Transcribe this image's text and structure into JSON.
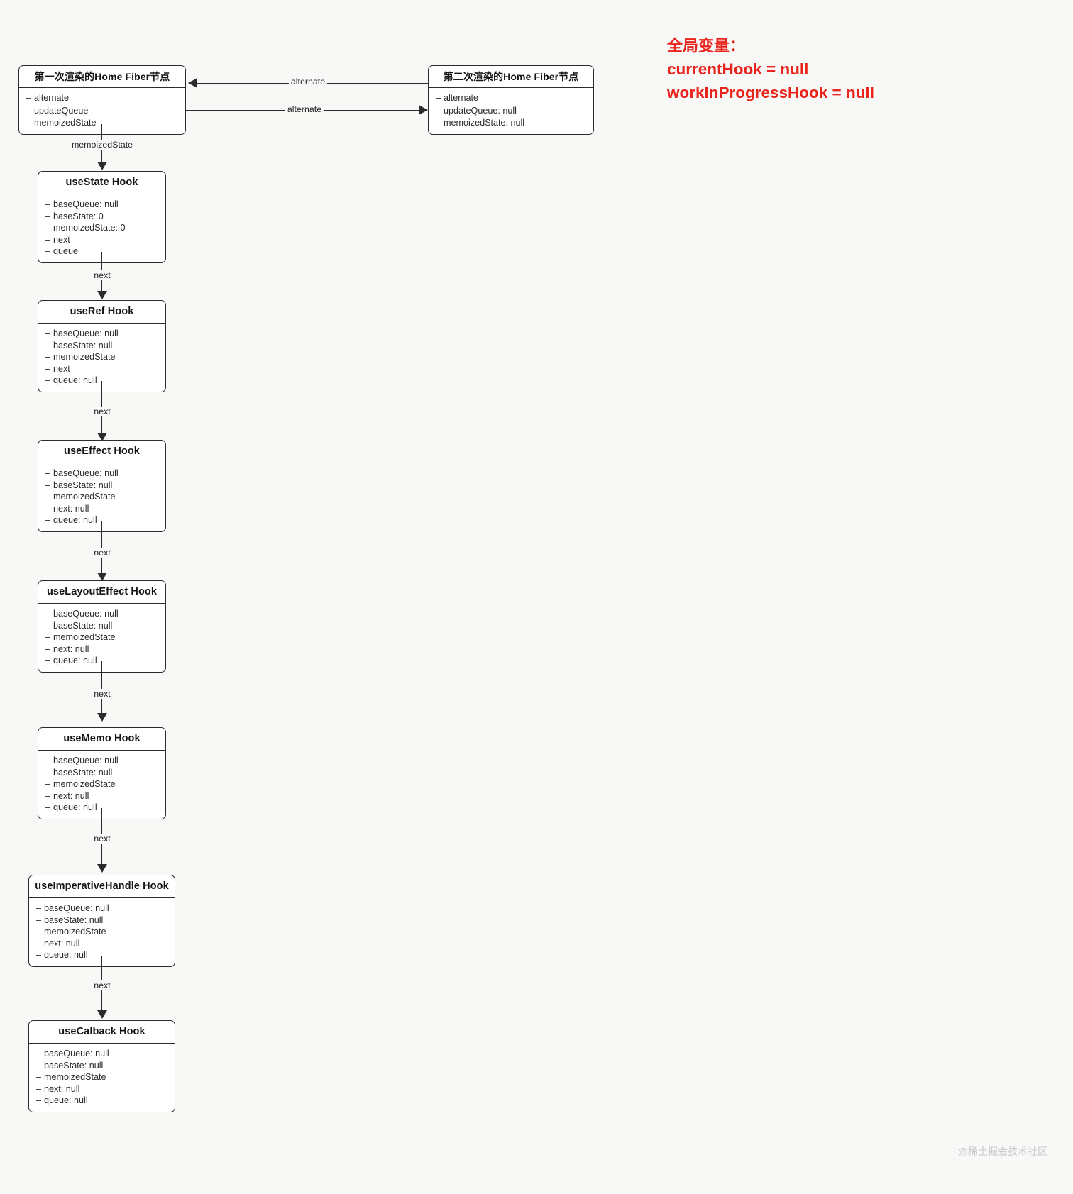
{
  "globals": {
    "title": "全局变量：",
    "lines": [
      "currentHook = null",
      "workInProgressHook = null"
    ],
    "color": "#e8241c"
  },
  "watermark": "@稀土掘金技术社区",
  "fiber_nodes": [
    {
      "id": "first-render-fiber",
      "title": "第一次渲染的Home Fiber节点",
      "rows": [
        "alternate",
        "updateQueue",
        "memoizedState"
      ]
    },
    {
      "id": "second-render-fiber",
      "title": "第二次渲染的Home Fiber节点",
      "rows": [
        "alternate",
        "updateQueue: null",
        "memoizedState: null"
      ]
    }
  ],
  "fiber_edges": [
    {
      "label": "alternate",
      "direction": "right-to-left"
    },
    {
      "label": "alternate",
      "direction": "left-to-right"
    }
  ],
  "memoized_edge_label": "memoizedState",
  "next_edge_label": "next",
  "hooks": [
    {
      "id": "usestate-hook",
      "title": "useState Hook",
      "rows": [
        "baseQueue: null",
        "baseState: 0",
        "memoizedState: 0",
        "next",
        "queue"
      ]
    },
    {
      "id": "useref-hook",
      "title": "useRef Hook",
      "rows": [
        "baseQueue: null",
        "baseState: null",
        "memoizedState",
        "next",
        "queue: null"
      ]
    },
    {
      "id": "useeffect-hook",
      "title": "useEffect Hook",
      "rows": [
        "baseQueue: null",
        "baseState: null",
        "memoizedState",
        "next: null",
        "queue: null"
      ]
    },
    {
      "id": "uselayouteffect-hook",
      "title": "useLayoutEffect Hook",
      "rows": [
        "baseQueue: null",
        "baseState: null",
        "memoizedState",
        "next: null",
        "queue: null"
      ]
    },
    {
      "id": "usememo-hook",
      "title": "useMemo Hook",
      "rows": [
        "baseQueue: null",
        "baseState: null",
        "memoizedState",
        "next: null",
        "queue: null"
      ]
    },
    {
      "id": "useimperativehandle-hook",
      "title": "useImperativeHandle Hook",
      "rows": [
        "baseQueue: null",
        "baseState: null",
        "memoizedState",
        "next: null",
        "queue: null"
      ]
    },
    {
      "id": "usecallback-hook",
      "title": "useCalback Hook",
      "rows": [
        "baseQueue: null",
        "baseState: null",
        "memoizedState",
        "next: null",
        "queue: null"
      ]
    }
  ]
}
